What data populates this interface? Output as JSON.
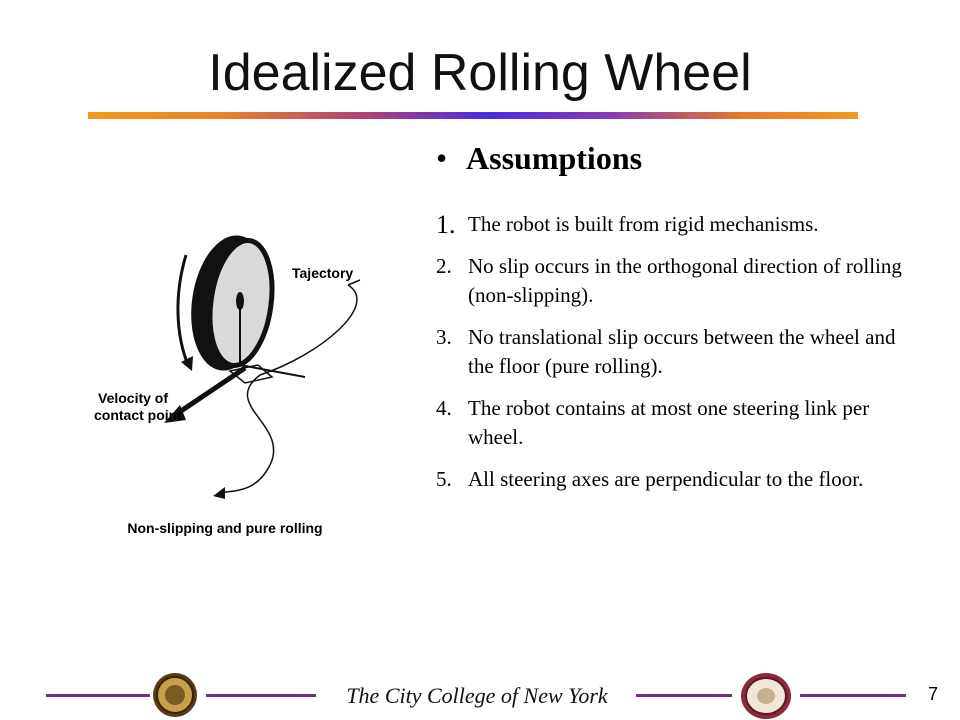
{
  "slide": {
    "title": "Idealized Rolling Wheel",
    "page_number": "7"
  },
  "figure": {
    "trajectory_label": "Tajectory",
    "velocity_label_line1": "Velocity of",
    "velocity_label_line2": "contact point",
    "caption": "Non-slipping and pure rolling"
  },
  "content": {
    "bullet": "•",
    "heading": "Assumptions",
    "items": [
      {
        "num": "1.",
        "text": "The robot is built from rigid mechanisms."
      },
      {
        "num": "2.",
        "text": "No slip occurs in the orthogonal direction of rolling (non-slipping)."
      },
      {
        "num": "3.",
        "text": "No translational slip occurs between the wheel and the floor (pure rolling)."
      },
      {
        "num": "4.",
        "text": "The robot contains at most one steering link per wheel."
      },
      {
        "num": "5.",
        "text": "All steering axes are perpendicular to the floor."
      }
    ]
  },
  "footer": {
    "institution": "The City College of New York",
    "left_seal_icon": "college-seal-icon",
    "right_seal_icon": "robotics-lab-seal-icon",
    "accent_color": "#7a2a8c"
  }
}
